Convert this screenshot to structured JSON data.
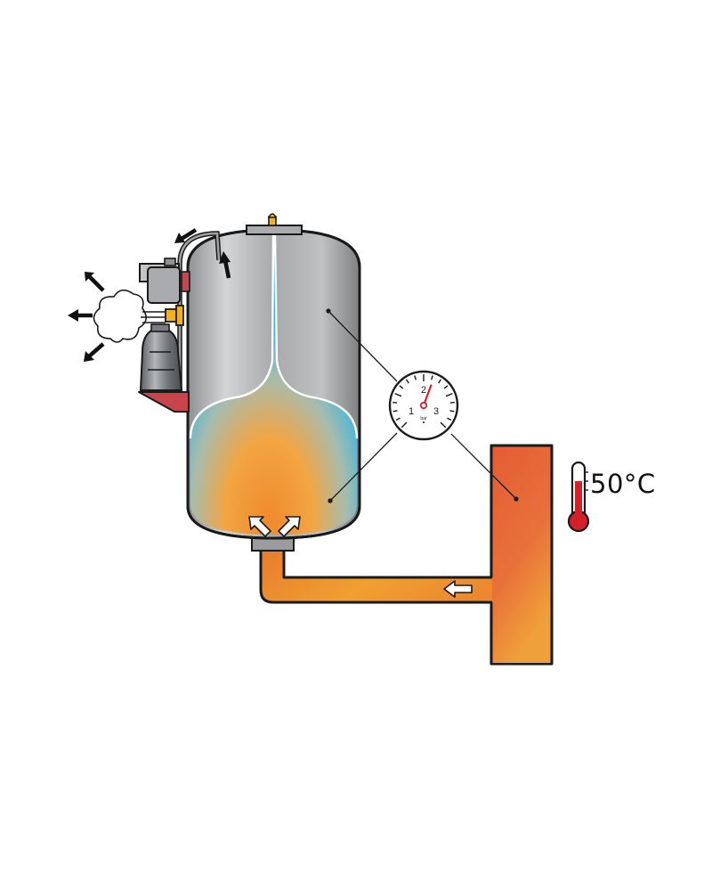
{
  "temperature": {
    "label": "50°C"
  },
  "gauge": {
    "ticks": [
      "1",
      "2",
      "3"
    ],
    "unit": "bar",
    "needle_value": 2.3,
    "min": 0,
    "max": 4
  },
  "colors": {
    "tank_metal": "#a3a5a7",
    "tank_highlight": "#cfd1d3",
    "water": "#2db5e8",
    "hot_fluid": "#ee7d2e",
    "hot_fluid_light": "#f2a03a",
    "mount_red": "#c8454b",
    "valve_yellow": "#f3b21b",
    "thermometer_red": "#d4202a",
    "outline": "#1a1a1a"
  },
  "icons": [
    "thermometer-icon",
    "pressure-gauge-icon",
    "steam-cloud-icon",
    "flow-arrow-icon"
  ]
}
